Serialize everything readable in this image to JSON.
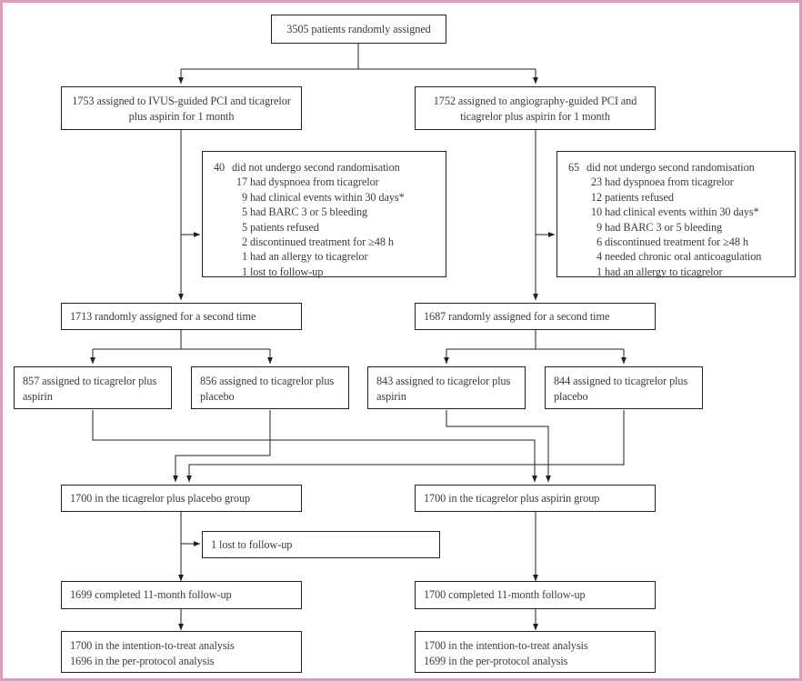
{
  "diagram": {
    "type": "consort-flow-diagram",
    "border_color": "#d79ebb",
    "text_color": "#3c3c3b",
    "line_color": "#231f20",
    "footnote_marker": "*"
  },
  "nodes": {
    "enrollment": {
      "label": "3505 patients randomly assigned",
      "count": 3505
    },
    "arm_left": {
      "line1": "1753 assigned to IVUS-guided PCI and ticagrelor",
      "line2": "plus aspirin for 1 month",
      "count": 1753
    },
    "arm_right": {
      "line1": "1752 assigned to angiography-guided PCI and",
      "line2": "ticagrelor plus aspirin for 1 month",
      "count": 1752
    },
    "exclusions_left": {
      "head_num": "40",
      "head_text": "did not undergo second randomisation",
      "items": [
        {
          "num": "17",
          "text": "had dyspnoea from ticagrelor"
        },
        {
          "num": "9",
          "text": "had clinical events within 30 days*"
        },
        {
          "num": "5",
          "text": "had BARC 3 or 5 bleeding"
        },
        {
          "num": "5",
          "text": "patients refused"
        },
        {
          "num": "2",
          "text": "discontinued treatment for ≥48 h"
        },
        {
          "num": "1",
          "text": "had an allergy to ticagrelor"
        },
        {
          "num": "1",
          "text": "lost to follow-up"
        }
      ]
    },
    "exclusions_right": {
      "head_num": "65",
      "head_text": "did not undergo second randomisation",
      "items": [
        {
          "num": "23",
          "text": "had dyspnoea from ticagrelor"
        },
        {
          "num": "12",
          "text": "patients refused"
        },
        {
          "num": "10",
          "text": "had clinical events within 30 days*"
        },
        {
          "num": "9",
          "text": "had BARC 3 or 5 bleeding"
        },
        {
          "num": "6",
          "text": "discontinued treatment for ≥48 h"
        },
        {
          "num": "4",
          "text": "needed chronic oral anticoagulation"
        },
        {
          "num": "1",
          "text": "had an allergy to ticagrelor"
        }
      ]
    },
    "second_rand_left": {
      "label": "1713 randomly assigned for a second time",
      "count": 1713
    },
    "second_rand_right": {
      "label": "1687 randomly assigned for a second time",
      "count": 1687
    },
    "alloc_1": {
      "line1": "857 assigned to ticagrelor plus",
      "line2": "aspirin",
      "count": 857
    },
    "alloc_2": {
      "line1": "856 assigned to ticagrelor plus",
      "line2": "placebo",
      "count": 856
    },
    "alloc_3": {
      "line1": "843 assigned to ticagrelor plus",
      "line2": "aspirin",
      "count": 843
    },
    "alloc_4": {
      "line1": "844 assigned to ticagrelor plus",
      "line2": "placebo",
      "count": 844
    },
    "group_placebo": {
      "label": "1700 in the ticagrelor plus placebo group",
      "count": 1700
    },
    "group_aspirin": {
      "label": "1700 in the ticagrelor plus aspirin group",
      "count": 1700
    },
    "lost_followup": {
      "label": "1 lost to follow-up",
      "count": 1
    },
    "completed_left": {
      "label": "1699 completed 11-month follow-up",
      "count": 1699
    },
    "completed_right": {
      "label": "1700 completed 11-month follow-up",
      "count": 1700
    },
    "analysis_left": {
      "line1": "1700 in the intention-to-treat analysis",
      "line2": "1696 in the per-protocol analysis",
      "itt": 1700,
      "pp": 1696
    },
    "analysis_right": {
      "line1": "1700 in the intention-to-treat analysis",
      "line2": "1699 in the per-protocol analysis",
      "itt": 1700,
      "pp": 1699
    }
  }
}
